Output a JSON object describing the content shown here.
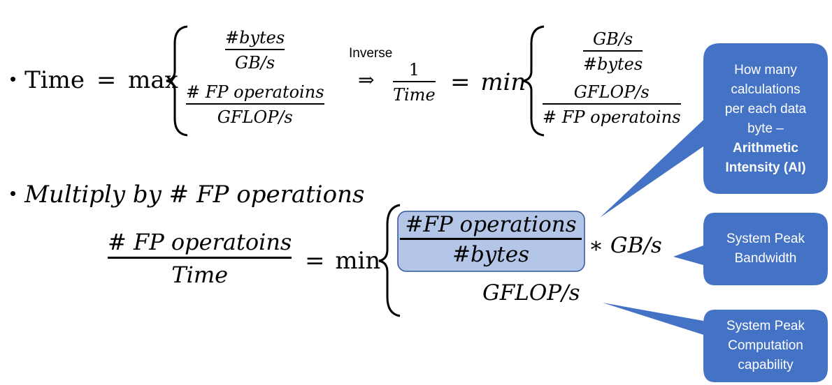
{
  "line1": {
    "bullet": "•",
    "lhs": "Time",
    "eq": "=",
    "func": "max",
    "top_num": "#bytes",
    "top_den": "GB/s",
    "bot_num": "# FP operatoins",
    "bot_den": "GFLOP/s",
    "inverse_label": "Inverse",
    "implies": "⇒",
    "inv_num": "1",
    "inv_den": "Time",
    "eq2": "=",
    "func2": "min",
    "r_top_num": "GB/s",
    "r_top_den": "#bytes",
    "r_bot_num": "GFLOP/s",
    "r_bot_den": "# FP operatoins"
  },
  "line2": {
    "bullet": "•",
    "text": "Multiply by # FP operations"
  },
  "line3": {
    "lhs_num": "# FP operatoins",
    "lhs_den": "Time",
    "eq": "=",
    "func": "min",
    "box_num": "#FP operations",
    "box_den": "#bytes",
    "times_bw": "∗ GB/s",
    "gflops": "GFLOP/s"
  },
  "callouts": {
    "ai": {
      "lines": [
        "How many",
        "calculations",
        "per each data",
        "byte –"
      ],
      "bold_lines": [
        "Arithmetic",
        "Intensity (AI)"
      ]
    },
    "bandwidth": {
      "lines": [
        "System Peak",
        "Bandwidth"
      ]
    },
    "compute": {
      "lines": [
        "System Peak",
        "Computation",
        "capability"
      ]
    }
  },
  "colors": {
    "callout_fill": "#4472C4",
    "highlight_fill": "#B4C6E7",
    "highlight_stroke": "#2F5597"
  }
}
